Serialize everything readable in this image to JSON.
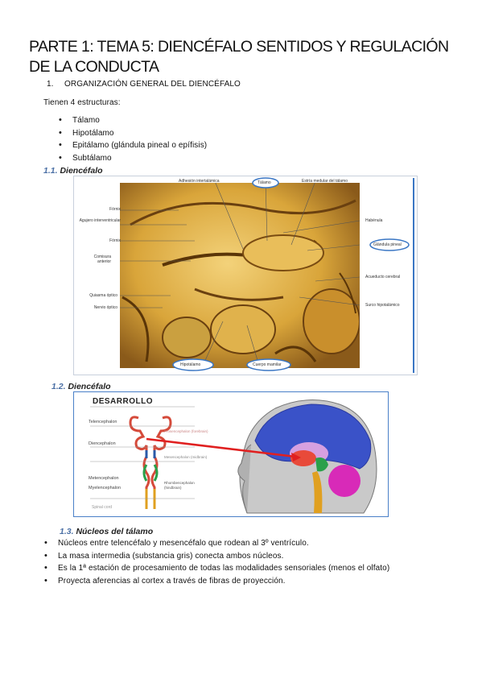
{
  "doc": {
    "title": "PARTE 1: TEMA 5: DIENCÉFALO SENTIDOS Y REGULACIÓN DE LA CONDUCTA",
    "section1": {
      "number": "1.",
      "label": "ORGANIZACIÓN GENERAL DEL DIENCÉFALO"
    },
    "intro": "Tienen 4 estructuras:",
    "structures": [
      "Tálamo",
      "Hipotálamo",
      "Epitálamo (glándula pineal o epífisis)",
      "Subtálamo"
    ],
    "sub1": {
      "number": "1.1.",
      "label": "Diencéfalo"
    },
    "sub2": {
      "number": "1.2.",
      "label": "Diencéfalo"
    },
    "sub3": {
      "number": "1.3.",
      "label": "Núcleos del tálamo"
    },
    "thalamus_points": [
      "Núcleos entre telencéfalo y mesencéfalo que rodean al 3º ventrículo.",
      "La masa intermedia (substancia gris) conecta ambos núcleos.",
      "Es la 1ª estación de procesamiento de todas las modalidades sensoriales (menos el olfato)",
      "Proyecta aferencias al cortex a través de fibras de proyección."
    ]
  },
  "figure1": {
    "labels_left": [
      "Fórnix",
      "Agujero interventricular",
      "Fórnix",
      "Comisura anterior",
      "Quiasma óptico",
      "Nervio óptico"
    ],
    "labels_top": [
      "Adhesión intertalámica",
      "Tálamo",
      "Estría medular del tálamo"
    ],
    "labels_right": [
      "Habénula",
      "Glándula pineal",
      "Acueducto cerebral",
      "Surco hipotalámico"
    ],
    "labels_bottom": [
      "Hipotálamo",
      "Cuerpo mamilar"
    ]
  },
  "figure2": {
    "title": "DESARROLLO",
    "left_labels": [
      "Telencephalon",
      "Diencephalon",
      "Metencephalon",
      "Myelencephalon",
      "Spinal cord"
    ],
    "middle_labels": [
      "Prosencephalon (forebrain)",
      "Mesencephalon (midbrain)",
      "Rhombencephalon (hindbrain)"
    ]
  },
  "colors": {
    "accent_blue": "#4a6fa5",
    "circle_blue": "#3a76c4",
    "brain_yellow": "#d9a53a"
  }
}
